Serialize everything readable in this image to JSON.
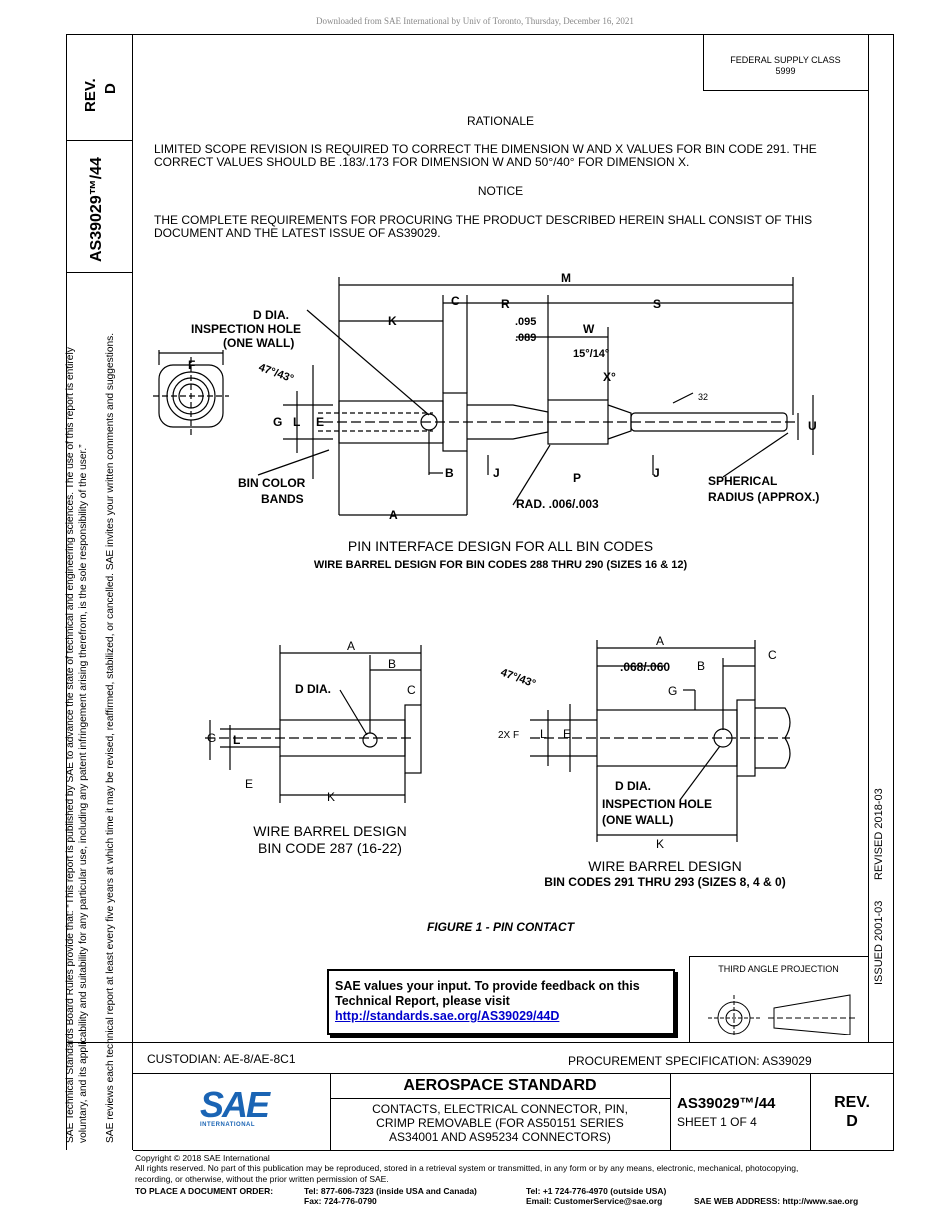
{
  "watermark": "Downloaded from SAE International by Univ of Toronto, Thursday, December 16, 2021",
  "left_strip": {
    "rev_label": "REV.",
    "rev_value": "D",
    "doc_number": "AS39029™/44",
    "disclaimer_line1": "SAE Technical Standards Board Rules provide that: “This report is published by SAE to advance the state of technical and engineering sciences. The use of this report is entirely",
    "disclaimer_line2": "voluntary, and its applicability and suitability for any particular use, including any patent infringement arising therefrom, is the sole responsibility of the user.”",
    "disclaimer_line3": "SAE reviews each technical report at least every five years at which time it may be revised, reaffirmed, stabilized, or cancelled. SAE invites your written comments and suggestions."
  },
  "right_strip": {
    "issued": "ISSUED 2001-03",
    "revised": "REVISED 2018-03"
  },
  "federal_supply": {
    "label": "FEDERAL SUPPLY CLASS",
    "value": "5999"
  },
  "rationale": {
    "heading": "RATIONALE",
    "text1": "LIMITED SCOPE REVISION IS REQUIRED TO CORRECT THE DIMENSION W AND X VALUES FOR BIN CODE 291. THE",
    "text2": "CORRECT VALUES SHOULD BE .183/.173 FOR DIMENSION W AND 50°/40° FOR DIMENSION X."
  },
  "notice": {
    "heading": "NOTICE",
    "text1": "THE COMPLETE REQUIREMENTS FOR PROCURING THE PRODUCT DESCRIBED HEREIN SHALL CONSIST OF THIS",
    "text2": "DOCUMENT AND THE LATEST ISSUE OF AS39029."
  },
  "drawing_top": {
    "labels": {
      "M": "M",
      "C": "C",
      "R": "R",
      "S": "S",
      "K": "K",
      "W": "W",
      "F": "F",
      "B": "B",
      "J": "J",
      "J2": "J",
      "P": "P",
      "A": "A",
      "G": "G",
      "L": "L",
      "E": "E",
      "U": "U",
      "X": "X°",
      "finish": "32",
      "d_dia": "D DIA.",
      "insp1": "INSPECTION HOLE",
      "insp2": "(ONE WALL)",
      "d095": ".095",
      "d089": ".089",
      "ang15": "15°/14°",
      "ang47": "47°/43°",
      "bin1": "BIN COLOR",
      "bin2": "BANDS",
      "rad": "RAD. .006/.003",
      "sph1": "SPHERICAL",
      "sph2": "RADIUS (APPROX.)"
    },
    "title": "PIN INTERFACE DESIGN FOR ALL BIN CODES",
    "subtitle": "WIRE BARREL DESIGN FOR BIN CODES 288 THRU 290 (SIZES 16 & 12)"
  },
  "drawing_left": {
    "labels": {
      "A": "A",
      "B": "B",
      "C": "C",
      "D": "D DIA.",
      "G": "G",
      "L": "L",
      "E": "E",
      "K": "K"
    },
    "title": "WIRE BARREL DESIGN",
    "subtitle": "BIN CODE 287 (16-22)"
  },
  "drawing_right": {
    "labels": {
      "A": "A",
      "B": "B",
      "C": "C",
      "G": "G",
      "F": "2X  F",
      "L": "L",
      "E": "E",
      "K": "K",
      "dim": ".068/.060",
      "ang": "47°/43°",
      "d_dia": "D DIA.",
      "insp1": "INSPECTION HOLE",
      "insp2": "(ONE WALL)"
    },
    "title": "WIRE BARREL DESIGN",
    "subtitle": "BIN CODES 291 THRU 293 (SIZES 8, 4 & 0)"
  },
  "figure_caption": "FIGURE 1 - PIN CONTACT",
  "feedback": {
    "line1": "SAE values your input. To provide feedback on this",
    "line2": "Technical Report, please visit",
    "link": "http://standards.sae.org/AS39029/44D"
  },
  "third_angle": "THIRD ANGLE PROJECTION",
  "title_block": {
    "custodian": "CUSTODIAN: AE-8/AE-8C1",
    "procurement": "PROCUREMENT SPECIFICATION: AS39029",
    "logo_text": "SAE",
    "logo_sub": "INTERNATIONAL",
    "standard": "AEROSPACE STANDARD",
    "desc1": "CONTACTS, ELECTRICAL CONNECTOR, PIN,",
    "desc2": "CRIMP REMOVABLE (FOR AS50151 SERIES",
    "desc3": "AS34001 AND AS95234 CONNECTORS)",
    "doc_number": "AS39029™/44",
    "sheet": "SHEET 1 OF 4",
    "rev_label": "REV.",
    "rev_value": "D"
  },
  "footer": {
    "copyright": "Copyright © 2018 SAE International",
    "rights1": "All rights reserved. No part of this publication may be reproduced, stored in a retrieval system or transmitted, in any form or by any means, electronic, mechanical, photocopying,",
    "rights2": "recording, or otherwise, without the prior written permission of SAE.",
    "order_label": "TO PLACE A DOCUMENT ORDER:",
    "tel1": "Tel: 877-606-7323 (inside USA and Canada)",
    "fax": "Fax: 724-776-0790",
    "tel2": "Tel: +1 724-776-4970 (outside USA)",
    "email": "Email: CustomerService@sae.org",
    "web": "SAE WEB ADDRESS: http://www.sae.org"
  }
}
